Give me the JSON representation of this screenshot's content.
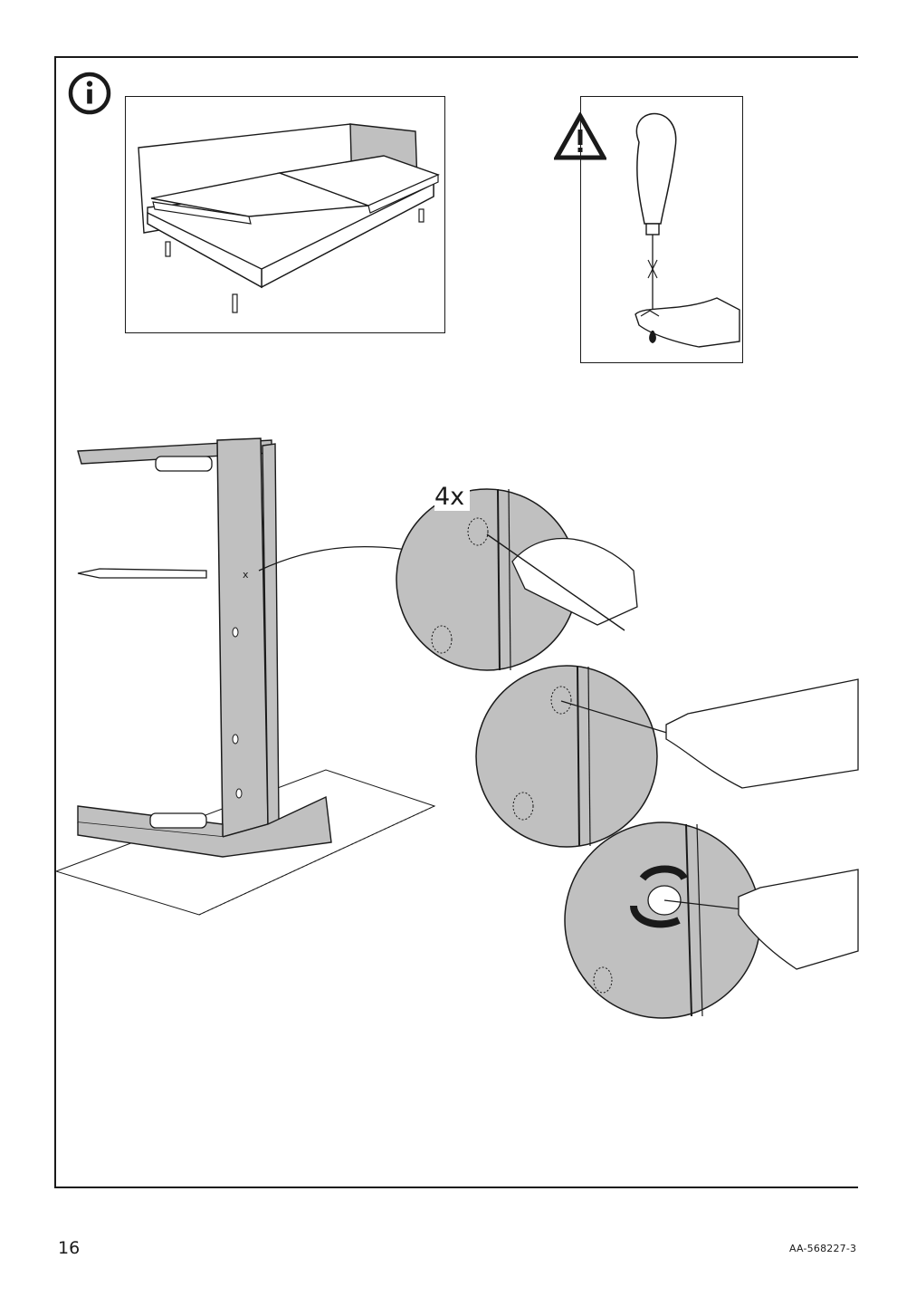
{
  "page": {
    "number": "16",
    "doc_code": "AA-568227-3"
  },
  "step": {
    "count_label": "4x"
  },
  "icons": {
    "info": "info-icon",
    "warning": "warning-triangle-icon",
    "awl": "awl-icon",
    "rotate": "rotate-arrows-icon"
  },
  "colors": {
    "ink": "#1a1a1a",
    "panel_gray": "#c0c0c0",
    "cushion": "#ffffff"
  }
}
